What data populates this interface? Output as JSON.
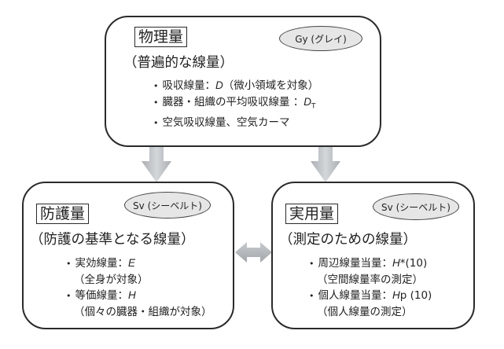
{
  "top": {
    "title": "物理量",
    "subtitle": "（普遍的な線量）",
    "unit": "Gy (グレイ)",
    "items": [
      {
        "label": "吸収線量：",
        "symbol": "D",
        "suffix": "（微小領域を対象）"
      },
      {
        "label": "臓器・組織の平均吸収線量 ：",
        "symbol": "D",
        "symbol_sub": "T",
        "suffix": ""
      },
      {
        "label": "空気吸収線量、空気カーマ",
        "symbol": "",
        "suffix": ""
      }
    ]
  },
  "left": {
    "title": "防護量",
    "subtitle": "（防護の基準となる線量）",
    "unit": "Sv (シーベルト)",
    "items": [
      {
        "label": "実効線量：",
        "symbol": "E",
        "note": "（全身が対象）"
      },
      {
        "label": "等価線量：",
        "symbol": "H",
        "note": "（個々の臓器・組織が対象）"
      }
    ]
  },
  "right": {
    "title": "実用量",
    "subtitle": "（測定のための線量）",
    "unit": "Sv (シーベルト)",
    "items": [
      {
        "label": "周辺線量当量：",
        "symbol": "H",
        "suffix": "*(10)",
        "note": "（空間線量率の測定）"
      },
      {
        "label": "個人線量当量：",
        "symbol": "H",
        "suffix": "p (10)",
        "note": "（個人線量の測定）"
      }
    ]
  },
  "colors": {
    "arrow": "#b8bcc0",
    "ellipse": "#e6e6e6",
    "border": "#2a2a2a"
  }
}
